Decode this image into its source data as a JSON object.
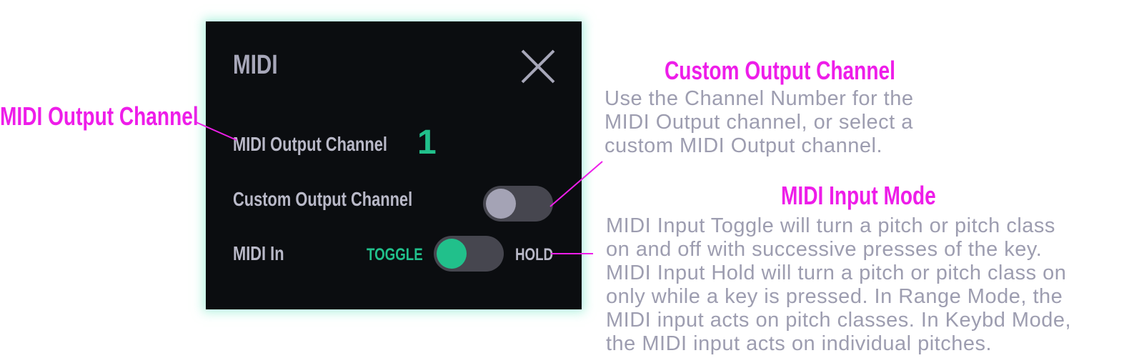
{
  "dialog": {
    "title": "MIDI",
    "output_channel_label": "MIDI Output Channel",
    "output_channel_value": "1",
    "custom_output_label": "Custom Output Channel",
    "custom_output_on": false,
    "midi_in_label": "MIDI In",
    "midi_in_toggle_label": "TOGGLE",
    "midi_in_hold_label": "HOLD",
    "midi_in_mode": "TOGGLE"
  },
  "annotations": {
    "output_channel": {
      "title": "MIDI Output Channel"
    },
    "custom_output": {
      "title": "Custom Output Channel",
      "body": [
        "Use the Channel Number for the",
        "MIDI Output channel, or select a",
        "custom MIDI Output channel."
      ]
    },
    "input_mode": {
      "title": "MIDI Input Mode",
      "body": [
        "MIDI Input Toggle will turn a pitch or pitch class",
        "on and off with successive presses of the key.",
        "MIDI Input Hold will turn a pitch or pitch class on",
        "only while a key is pressed. In Range Mode, the",
        "MIDI input acts on pitch classes. In Keybd Mode,",
        "the MIDI input acts on individual pitches."
      ]
    }
  },
  "colors": {
    "panel_bg": "#0b0d10",
    "accent_green": "#21c08b",
    "annotation_magenta": "#ee1de9",
    "annotation_text": "#9d9db0"
  }
}
